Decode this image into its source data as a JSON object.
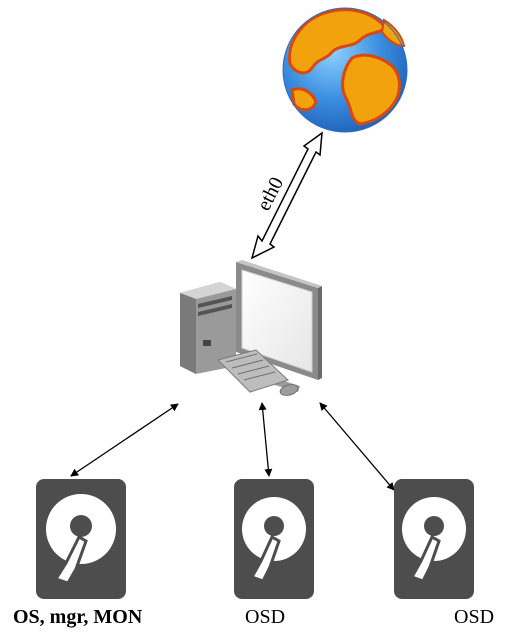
{
  "link_label": "eth0",
  "disks": [
    {
      "label": "OS, mgr, MON"
    },
    {
      "label": "OSD"
    },
    {
      "label": "OSD"
    }
  ],
  "icons": {
    "internet": "globe-icon",
    "server": "desktop-computer-icon",
    "disk": "hard-disk-icon"
  },
  "colors": {
    "ocean": "#3b8fe0",
    "land": "#f2a20c",
    "land_dark": "#d9480f",
    "disk_body": "#4d4d4d",
    "arrow": "#000000"
  }
}
